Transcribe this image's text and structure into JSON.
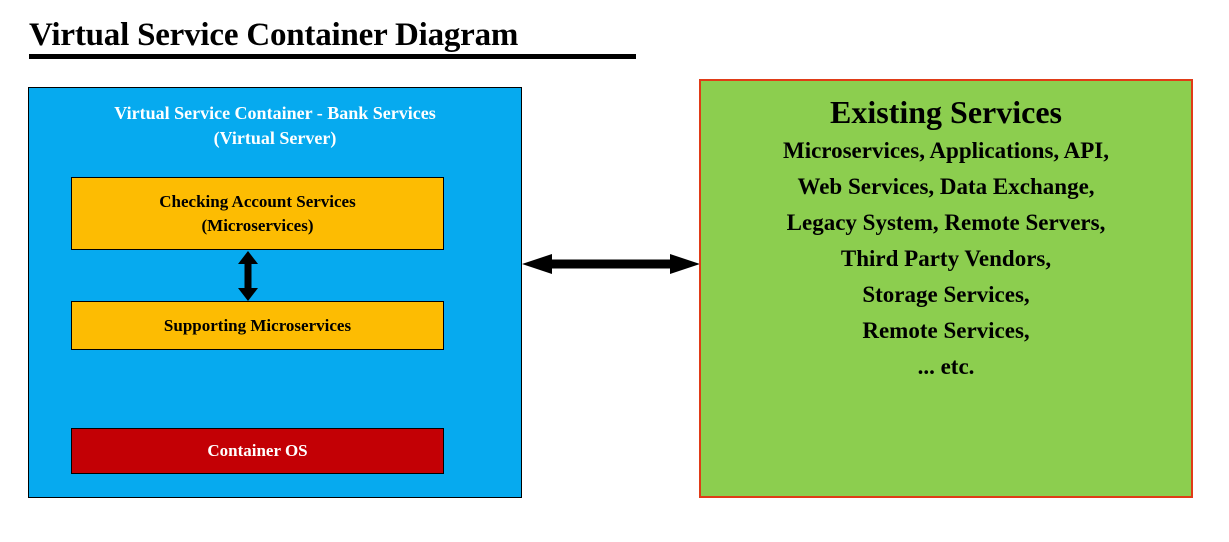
{
  "title": "Virtual Service Container Diagram",
  "container": {
    "heading_line1": "Virtual Service Container - Bank Services",
    "heading_line2": "(Virtual Server)",
    "background_color": "#06AAEF",
    "boxes": [
      {
        "name": "checking-account-services",
        "line1": "Checking Account Services",
        "line2": "(Microservices)",
        "fill": "#FDBC02",
        "text_color": "#000000"
      },
      {
        "name": "supporting-microservices",
        "line1": "Supporting Microservices",
        "line2": "",
        "fill": "#FDBC02",
        "text_color": "#000000"
      },
      {
        "name": "container-os",
        "line1": "Container OS",
        "line2": "",
        "fill": "#C30005",
        "text_color": "#FFFFFF"
      }
    ],
    "internal_connector": "double-headed-vertical-arrow"
  },
  "services": {
    "title": "Existing Services",
    "background_color": "#8CCE4F",
    "border_color": "#E03B17",
    "items": [
      "Microservices, Applications, API,",
      "Web Services, Data Exchange,",
      "Legacy System, Remote Servers,",
      "Third Party Vendors,",
      "Storage Services,",
      "Remote Services,",
      "... etc."
    ]
  },
  "connector": {
    "name": "bidirectional-arrow",
    "color": "#000000"
  }
}
